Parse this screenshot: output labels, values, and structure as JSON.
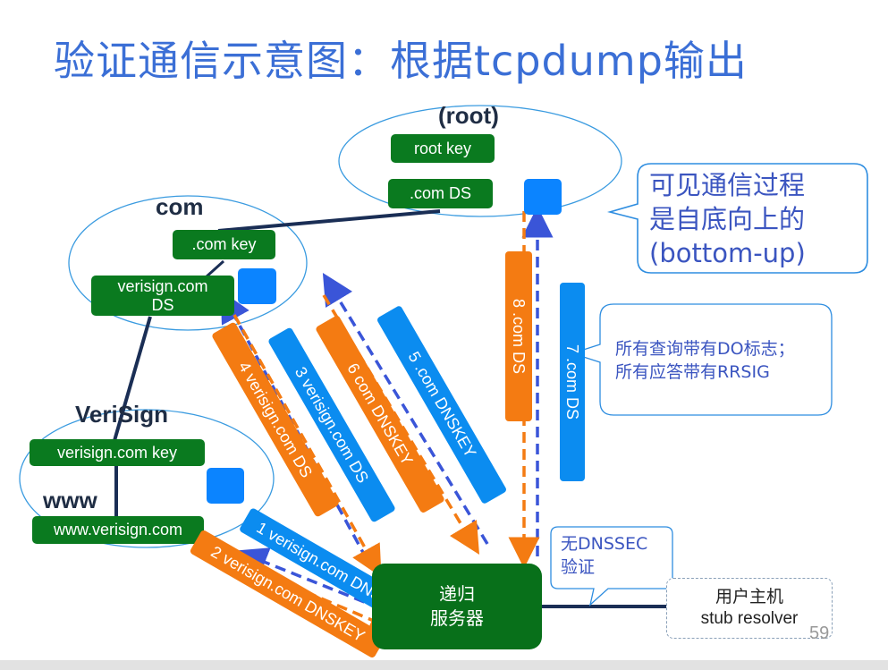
{
  "title": "验证通信示意图：根据tcpdump输出",
  "zones": {
    "root": "(root)",
    "com": "com",
    "verisign": "VeriSign",
    "www": "www"
  },
  "boxes": {
    "root_key": "root key",
    "root_com_ds": ".com DS",
    "com_key": ".com key",
    "com_verisign_ds": "verisign.com DS",
    "verisign_key": "verisign.com key",
    "www_verisign": "www.verisign.com"
  },
  "arrows": [
    {
      "label": "1 verisign.com DNSKEY",
      "color": "blue"
    },
    {
      "label": "2 verisign.com  DNSKEY",
      "color": "orange"
    },
    {
      "label": "3 verisign.com DS",
      "color": "blue"
    },
    {
      "label": "4 verisign.com DS",
      "color": "orange"
    },
    {
      "label": "5 .com DNSKEY",
      "color": "blue"
    },
    {
      "label": "6 com DNSKEY",
      "color": "orange"
    },
    {
      "label": "7 .com DS",
      "color": "blue"
    },
    {
      "label": "8 .com DS",
      "color": "orange"
    }
  ],
  "callouts": {
    "bottom_up_line1": "可见通信过程",
    "bottom_up_line2": "是自底向上的",
    "bottom_up_line3": "(bottom-up)",
    "do_flag_line1": "所有查询带有DO标志；",
    "do_flag_line2": "所有应答带有RRSIG",
    "no_dnssec_line1": "无DNSSEC",
    "no_dnssec_line2": "验证"
  },
  "recursive_server": {
    "line1": "递归",
    "line2": "服务器"
  },
  "stub_resolver": {
    "line1": "用户主机",
    "line2": "stub resolver"
  },
  "page_number": "59",
  "colors": {
    "title": "#3b6fd6",
    "green_box": "#0a7a1f",
    "orange_arrow": "#f47b12",
    "blue_arrow": "#0b8cf0",
    "key_square": "#0b84ff",
    "callout_border": "#2e8de0"
  }
}
